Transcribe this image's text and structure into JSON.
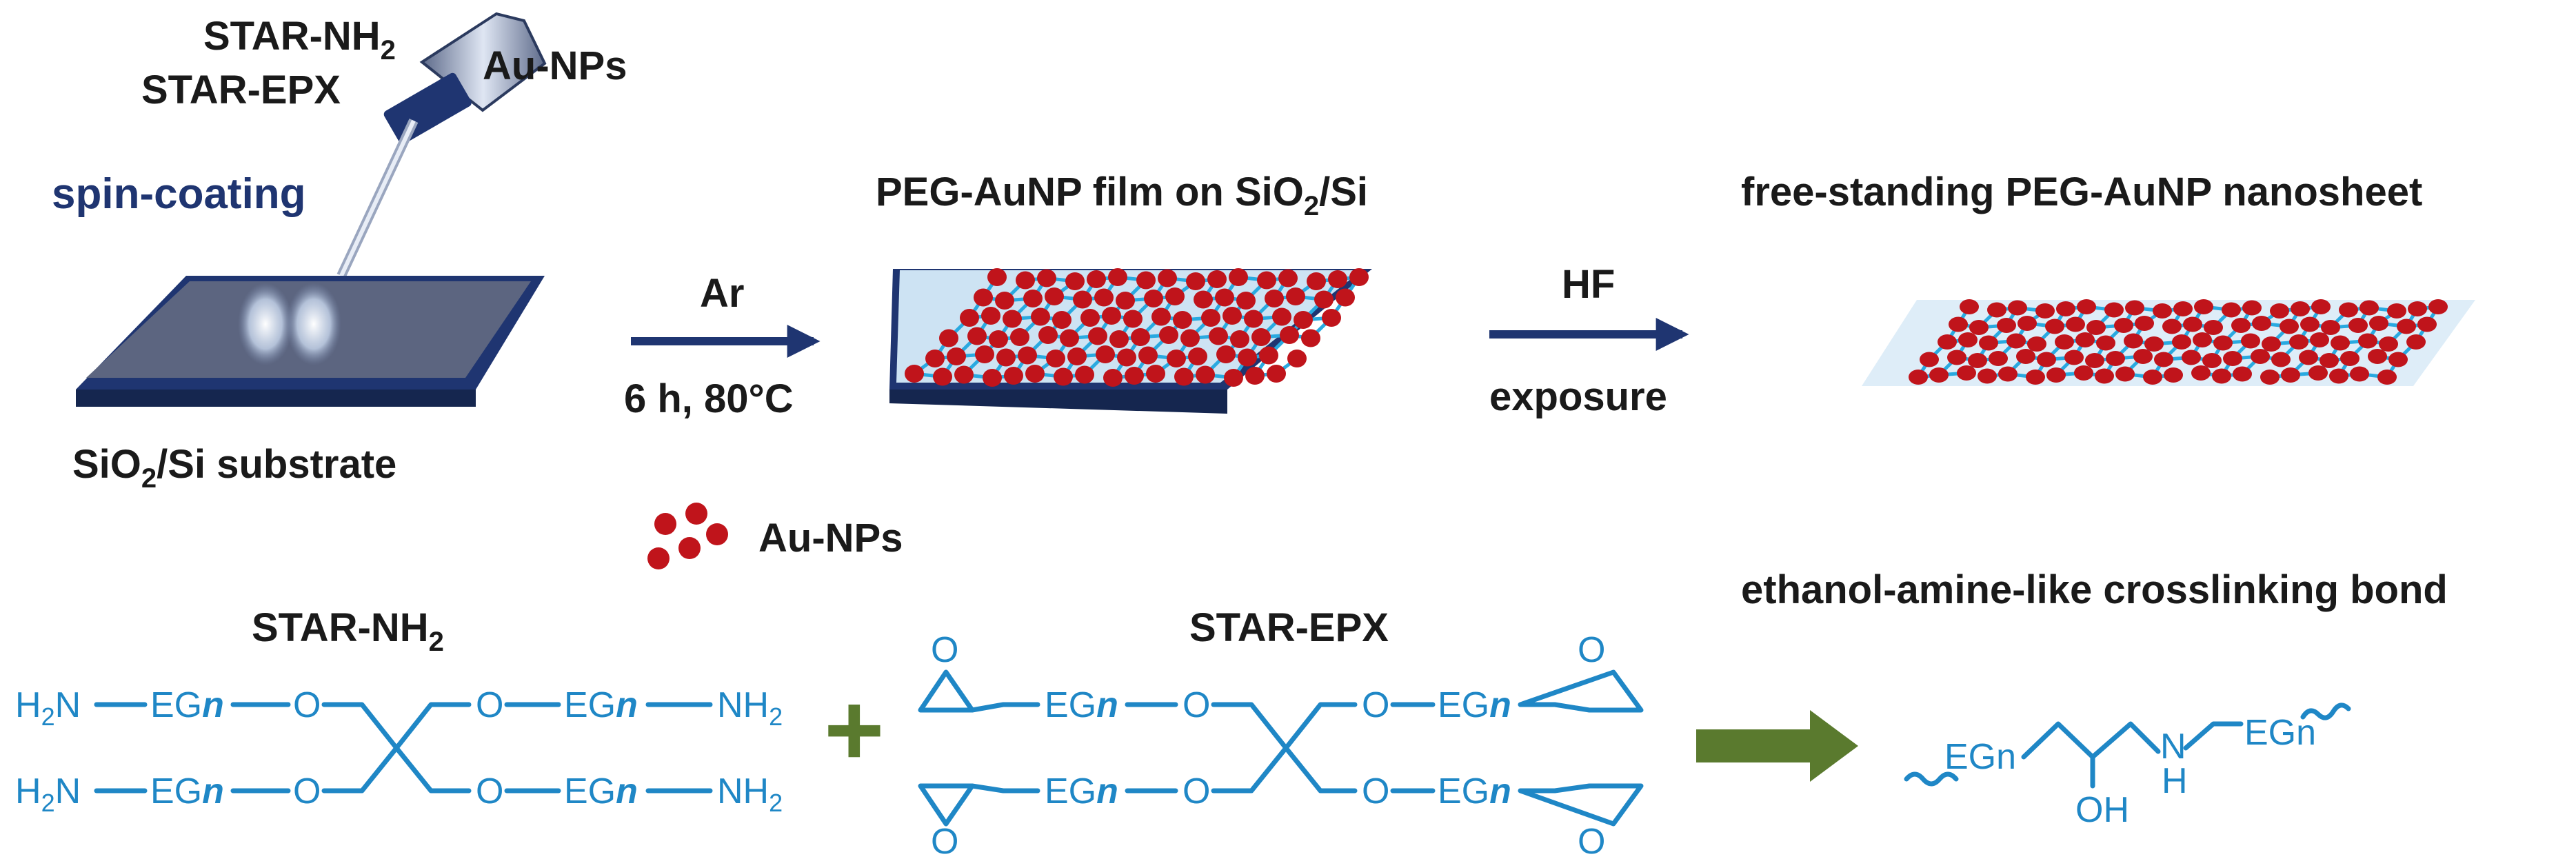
{
  "top_labels": {
    "star_nh2": "STAR-NH",
    "star_nh2_sub": "2",
    "star_epx": "STAR-EPX",
    "au_nps": "Au-NPs",
    "spin_coating": "spin-coating",
    "substrate_a": "SiO",
    "substrate_sub": "2",
    "substrate_b": "/Si substrate",
    "arrow1_top": "Ar",
    "arrow1_bottom": "6 h, 80°C",
    "film_a": "PEG-AuNP film on SiO",
    "film_sub": "2",
    "film_b": "/Si",
    "arrow2_top": "HF",
    "arrow2_bottom": "exposure",
    "nanosheet": "free-standing PEG-AuNP nanosheet",
    "legend": "Au-NPs"
  },
  "chemistry": {
    "nh2_title": "STAR-NH",
    "nh2_title_sub": "2",
    "epx_title": "STAR-EPX",
    "product_title": "ethanol-amine-like crosslinking bond",
    "plus": "+",
    "h2n": "H",
    "h2n_sub": "2",
    "h2n_n": "N",
    "nh2": "NH",
    "nh2_sub": "2",
    "eg": "EG",
    "n": "n",
    "o": "O",
    "epoxide_o": "O",
    "product_egn": "EGn",
    "product_n": "N",
    "product_h": "H",
    "product_oh": "OH"
  },
  "colors": {
    "navy": "#1f3571",
    "chem_blue": "#1f87c6",
    "nanoparticle_red": "#c0141b",
    "network_cyan": "#29a9e0",
    "green_arrow": "#5a7a2e"
  }
}
